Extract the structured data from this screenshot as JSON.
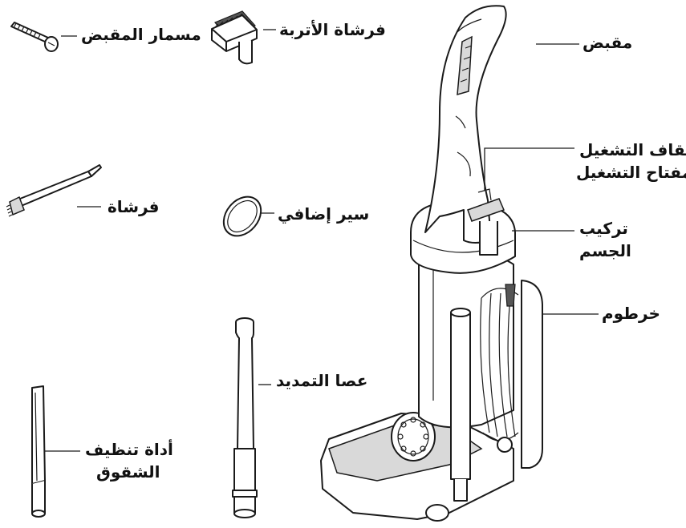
{
  "labels": {
    "handle_screw": "مسمار المقبض",
    "dusting_brush": "فرشاة الأتربة",
    "handle": "مقبض",
    "power_switch_line1": "إيقاف التشغيل",
    "power_switch_line2": "/مفتاح التشغيل",
    "brush": "فرشاة",
    "extra_belt": "سير إضافي",
    "body_assembly_line1": "تركيب",
    "body_assembly_line2": "الجسم",
    "hose": "خرطوم",
    "extension_wand": "عصا التمديد",
    "crevice_tool_line1": "أداة تنظيف",
    "crevice_tool_line2": "الشقوق"
  }
}
